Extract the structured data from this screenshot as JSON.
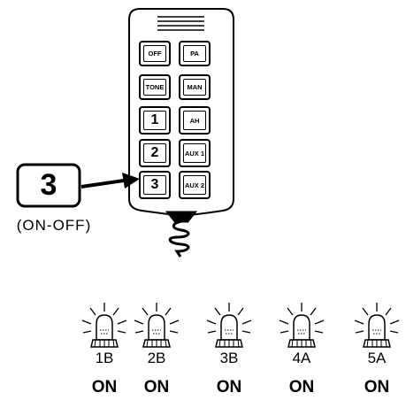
{
  "controller": {
    "buttons": [
      {
        "label": "OFF"
      },
      {
        "label": "PA"
      },
      {
        "label": "TONE"
      },
      {
        "label": "MAN"
      },
      {
        "label": "1"
      },
      {
        "label": "AH"
      },
      {
        "label": "2"
      },
      {
        "label": "AUX 1"
      },
      {
        "label": "3"
      },
      {
        "label": "AUX 2"
      }
    ]
  },
  "callout": {
    "number": "3",
    "caption": "(ON-OFF)"
  },
  "lights": [
    {
      "zone": "1B",
      "state": "ON"
    },
    {
      "zone": "2B",
      "state": "ON"
    },
    {
      "zone": "3B",
      "state": "ON"
    },
    {
      "zone": "4A",
      "state": "ON"
    },
    {
      "zone": "5A",
      "state": "ON"
    }
  ]
}
